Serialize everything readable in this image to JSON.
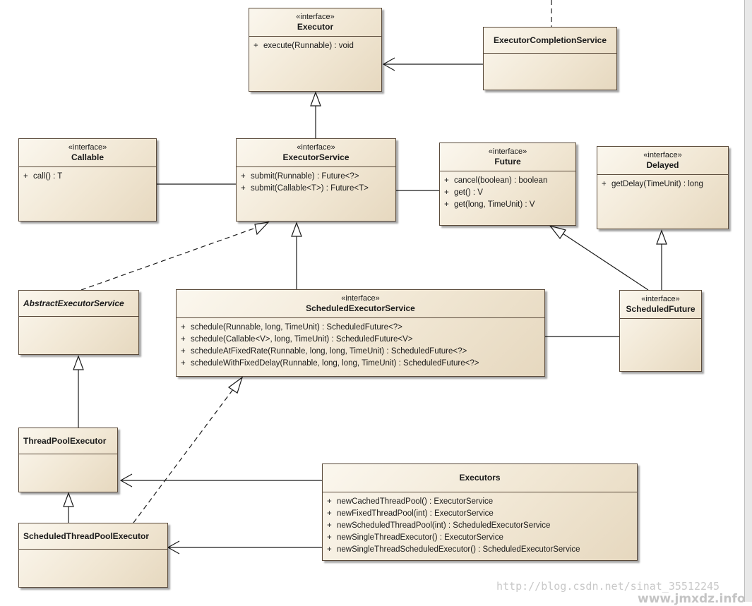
{
  "classes": {
    "executor": {
      "stereotype": "«interface»",
      "name": "Executor",
      "ops": [
        {
          "vis": "+",
          "sig": "execute(Runnable) : void"
        }
      ]
    },
    "completion": {
      "name": "ExecutorCompletionService"
    },
    "callable": {
      "stereotype": "«interface»",
      "name": "Callable",
      "ops": [
        {
          "vis": "+",
          "sig": "call() : T"
        }
      ]
    },
    "executor_service": {
      "stereotype": "«interface»",
      "name": "ExecutorService",
      "ops": [
        {
          "vis": "+",
          "sig": "submit(Runnable) : Future<?>"
        },
        {
          "vis": "+",
          "sig": "submit(Callable<T>) : Future<T>"
        }
      ]
    },
    "future": {
      "stereotype": "«interface»",
      "name": "Future",
      "ops": [
        {
          "vis": "+",
          "sig": "cancel(boolean) : boolean"
        },
        {
          "vis": "+",
          "sig": "get() : V"
        },
        {
          "vis": "+",
          "sig": "get(long, TimeUnit) : V"
        }
      ]
    },
    "delayed": {
      "stereotype": "«interface»",
      "name": "Delayed",
      "ops": [
        {
          "vis": "+",
          "sig": "getDelay(TimeUnit) : long"
        }
      ]
    },
    "abstract": {
      "name": "AbstractExecutorService"
    },
    "scheduled_service": {
      "stereotype": "«interface»",
      "name": "ScheduledExecutorService",
      "ops": [
        {
          "vis": "+",
          "sig": "schedule(Runnable, long, TimeUnit) : ScheduledFuture<?>"
        },
        {
          "vis": "+",
          "sig": "schedule(Callable<V>, long, TimeUnit) : ScheduledFuture<V>"
        },
        {
          "vis": "+",
          "sig": "scheduleAtFixedRate(Runnable, long, long, TimeUnit) : ScheduledFuture<?>"
        },
        {
          "vis": "+",
          "sig": "scheduleWithFixedDelay(Runnable, long, long, TimeUnit) : ScheduledFuture<?>"
        }
      ]
    },
    "scheduled_future": {
      "stereotype": "«interface»",
      "name": "ScheduledFuture"
    },
    "tpe": {
      "name": "ThreadPoolExecutor"
    },
    "stpe": {
      "name": "ScheduledThreadPoolExecutor"
    },
    "executors": {
      "name": "Executors",
      "ops": [
        {
          "vis": "+",
          "sig": "newCachedThreadPool() : ExecutorService"
        },
        {
          "vis": "+",
          "sig": "newFixedThreadPool(int) : ExecutorService"
        },
        {
          "vis": "+",
          "sig": "newScheduledThreadPool(int) : ScheduledExecutorService"
        },
        {
          "vis": "+",
          "sig": "newSingleThreadExecutor() : ExecutorService"
        },
        {
          "vis": "+",
          "sig": "newSingleThreadScheduledExecutor() : ScheduledExecutorService"
        }
      ]
    }
  },
  "watermark": {
    "csdn": "http://blog.csdn.net/sinat_35512245",
    "site": "www.jmxdz.info"
  }
}
